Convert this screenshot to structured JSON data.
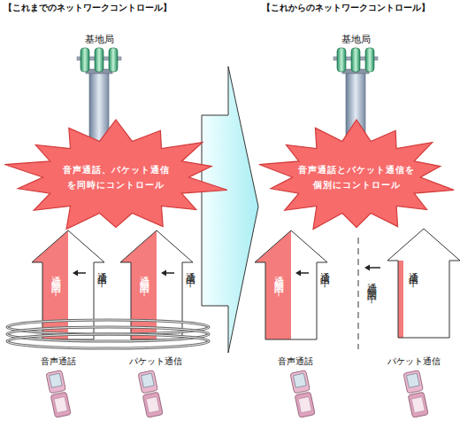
{
  "diagram": {
    "nodes": [
      {
        "text": [
          "音声通話、パケット通信を同時にコントロール"
        ]
      },
      {
        "text": [
          "通信制限中",
          "通信中"
        ]
      },
      {
        "text": [
          "通信制限中",
          "通信中"
        ]
      },
      {
        "text": [
          "音声通話とパケット通信を個別にコントロール"
        ]
      },
      {
        "text": [
          "通信制限中",
          "通信中"
        ]
      },
      {
        "text": [
          "通信制限中",
          "通信中"
        ]
      }
    ],
    "labels": [
      "【これまでのネットワークコントロール】",
      "【これからのネットワークコントロール】",
      "基地局",
      "基地局",
      "音声通話",
      "パケット通信",
      "音声通話",
      "パケット通信"
    ]
  }
}
